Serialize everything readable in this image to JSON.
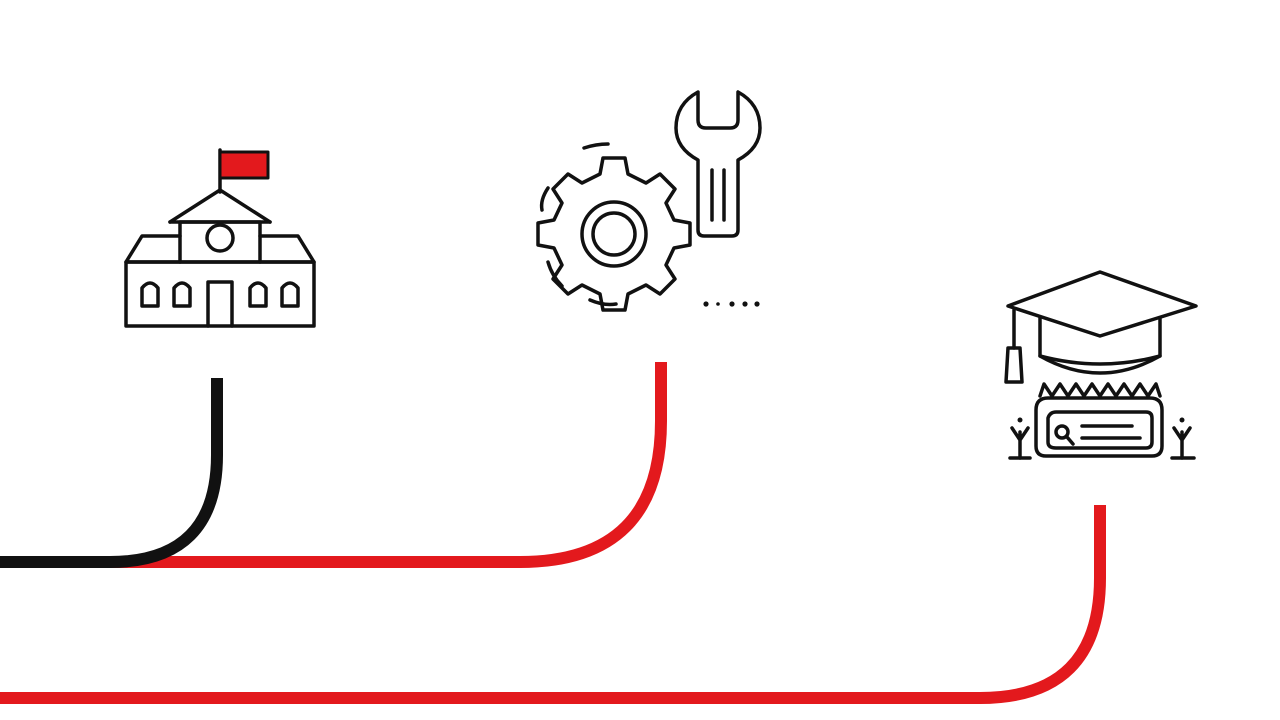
{
  "title": "",
  "colors": {
    "accent": "#e3191d",
    "ink": "#111111",
    "background": "#ffffff",
    "faded_title": "#d0d0d0"
  },
  "icons": [
    {
      "name": "school-building-icon",
      "accent_part": "flag"
    },
    {
      "name": "gear-wrench-icon"
    },
    {
      "name": "graduation-cap-diploma-icon"
    }
  ],
  "connectors": [
    {
      "name": "school-connector-line",
      "color": "#111111"
    },
    {
      "name": "settings-connector-line",
      "color": "#e3191d"
    },
    {
      "name": "graduation-connector-line",
      "color": "#e3191d"
    }
  ]
}
